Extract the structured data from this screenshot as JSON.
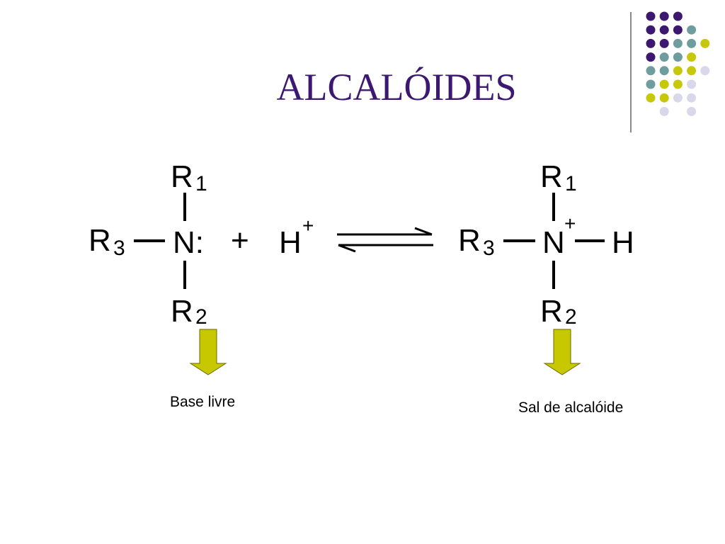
{
  "slide": {
    "title": "ALCALÓIDES",
    "colors": {
      "title": "#3d1870",
      "divider": "#8a8a8a",
      "arrow_fill": "#c8c800",
      "arrow_stroke": "#6b6b00",
      "dot_purple": "#3d1870",
      "dot_teal": "#6f9d9d",
      "dot_yellow": "#c8c80a",
      "dot_lavender": "#d8d8ea"
    }
  },
  "decoration": {
    "dot_rows": [
      [
        "purple",
        "purple",
        "purple",
        "none"
      ],
      [
        "purple",
        "purple",
        "purple",
        "teal"
      ],
      [
        "purple",
        "purple",
        "teal",
        "teal",
        "yellow"
      ],
      [
        "purple",
        "teal",
        "teal",
        "yellow"
      ],
      [
        "teal",
        "teal",
        "yellow",
        "yellow",
        "lavender"
      ],
      [
        "teal",
        "yellow",
        "yellow",
        "lavender"
      ],
      [
        "yellow",
        "yellow",
        "lavender",
        "lavender"
      ],
      [
        "none",
        "lavender",
        "none",
        "lavender"
      ]
    ]
  },
  "reaction": {
    "left": {
      "r1": "R",
      "r1_sub": "1",
      "r2": "R",
      "r2_sub": "2",
      "r3": "R",
      "r3_sub": "3",
      "n": "N:"
    },
    "plus": "+",
    "proton": "H",
    "proton_charge": "+",
    "right": {
      "r1": "R",
      "r1_sub": "1",
      "r2": "R",
      "r2_sub": "2",
      "r3": "R",
      "r3_sub": "3",
      "n": "N",
      "n_charge": "+",
      "h": "H"
    }
  },
  "labels": {
    "left": "Base livre",
    "right": "Sal de alcalóide"
  }
}
